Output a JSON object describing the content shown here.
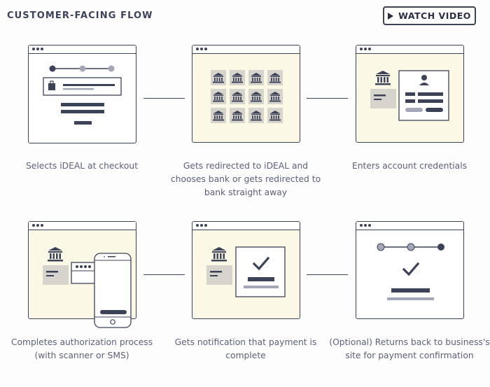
{
  "header": {
    "title": "CUSTOMER-FACING FLOW",
    "watch_video_label": "WATCH VIDEO"
  },
  "steps": [
    {
      "caption": "Selects iDEAL at checkout"
    },
    {
      "caption": "Gets redirected to iDEAL and chooses bank or gets redirected to bank straight away"
    },
    {
      "caption": "Enters account credentials"
    },
    {
      "caption": "Completes authorization process (with scanner or SMS)"
    },
    {
      "caption": "Gets notification that payment is complete"
    },
    {
      "caption": "(Optional) Returns back to business's site for payment confirmation"
    }
  ],
  "colors": {
    "ink": "#3c4257",
    "muted": "#a3a7b7",
    "panel_yellow": "#fbf8e6",
    "tile_gray": "#d7d4cd",
    "caption_text": "#5b6178"
  }
}
